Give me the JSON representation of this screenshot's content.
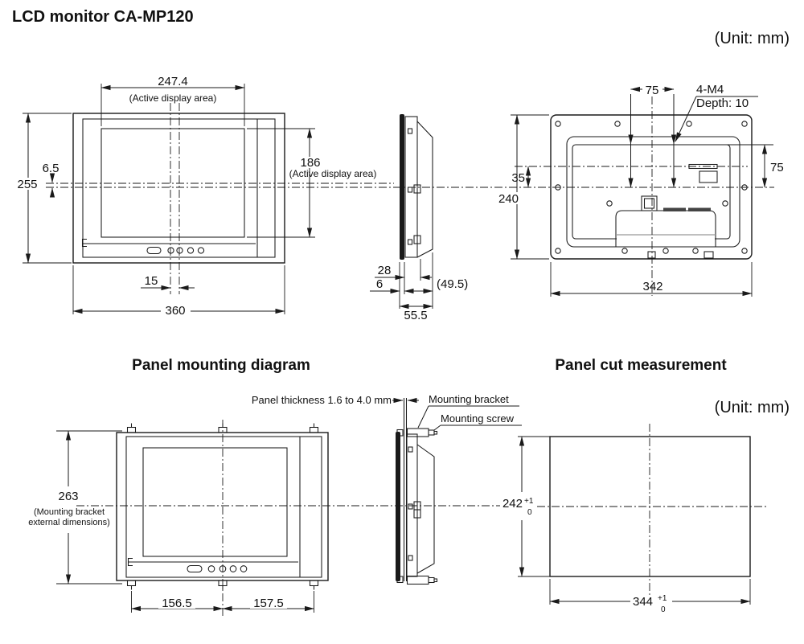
{
  "title": "LCD monitor  CA-MP120",
  "unit_label_top": "(Unit: mm)",
  "unit_label_bottom": "(Unit: mm)",
  "front_view": {
    "active_width": "247.4",
    "active_width_note": "(Active display area)",
    "active_height": "186",
    "active_height_note": "(Active display area)",
    "center_offset": "6.5",
    "total_height": "255",
    "button_offset": "15",
    "total_width": "360"
  },
  "side_view": {
    "body_depth": "28",
    "bezel_depth": "6",
    "rear_depth": "(49.5)",
    "total_depth": "55.5"
  },
  "rear_view": {
    "vesa_width": "75",
    "vesa_height": "75",
    "screw_spec": "4-M4",
    "screw_depth": "Depth: 10",
    "center_offset": "35",
    "total_height": "240",
    "total_width": "342"
  },
  "mounting_section": {
    "heading": "Panel mounting diagram",
    "panel_thickness_label": "Panel thickness 1.6 to 4.0 mm",
    "bracket_label": "Mounting bracket",
    "screw_label": "Mounting screw",
    "bracket_height": "263",
    "bracket_height_note1": "(Mounting bracket",
    "bracket_height_note2": "external dimensions)",
    "left_span": "156.5",
    "right_span": "157.5"
  },
  "cut_section": {
    "heading": "Panel cut measurement",
    "cut_height": "242",
    "cut_width": "344",
    "tol_plus": "+1",
    "tol_minus": "0"
  }
}
